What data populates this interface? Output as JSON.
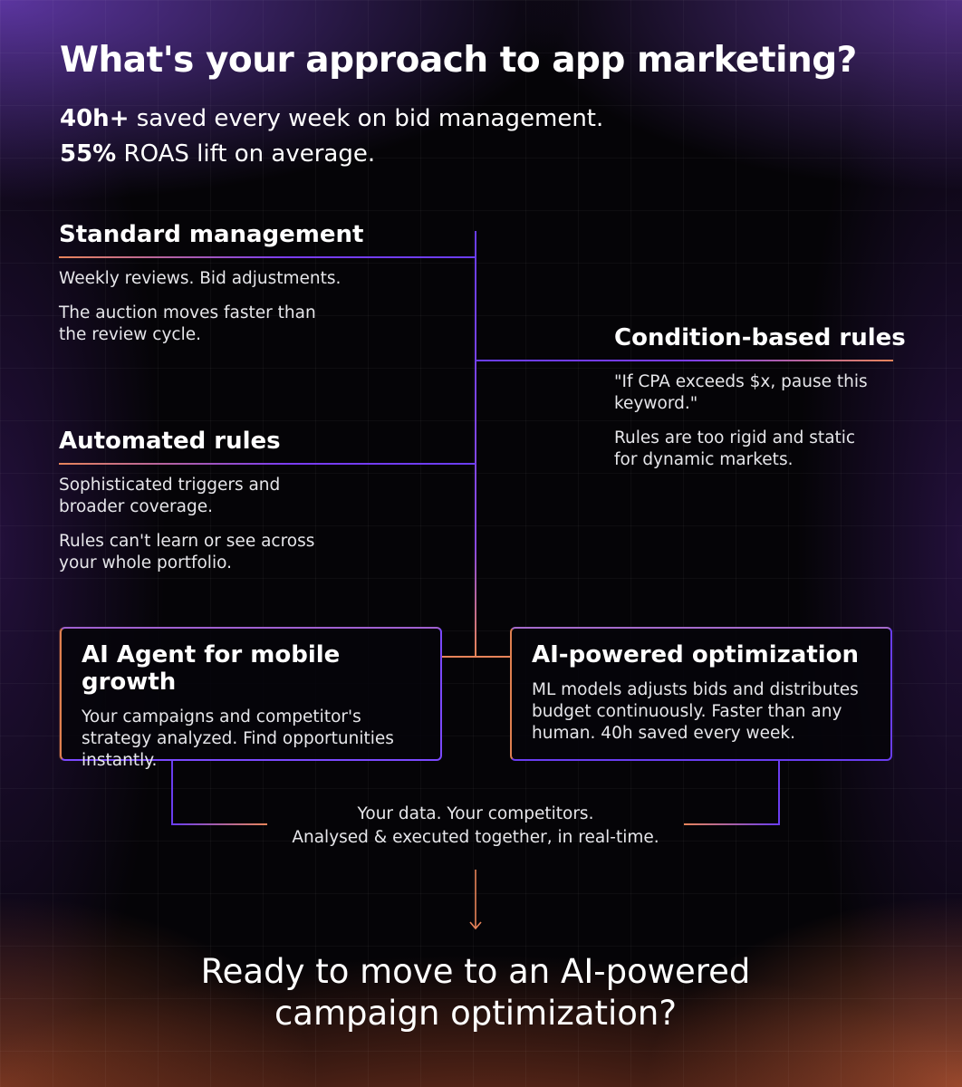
{
  "title": "What's your approach to app marketing?",
  "stats": [
    {
      "bold": "40h+",
      "rest": " saved every week on bid management."
    },
    {
      "bold": "55%",
      "rest": " ROAS lift on average."
    }
  ],
  "stages": [
    {
      "heading": "Standard management",
      "lines": [
        "Weekly reviews. Bid adjustments.",
        "The auction moves faster than",
        "the review cycle."
      ]
    },
    {
      "heading": "Condition-based rules",
      "lines": [
        "\"If CPA exceeds $x, pause this",
        "keyword.\"",
        "Rules are too rigid and static",
        "for dynamic markets."
      ]
    },
    {
      "heading": "Automated rules",
      "lines": [
        "Sophisticated triggers and",
        "broader coverage.",
        "Rules can't learn or see across",
        "your whole portfolio."
      ]
    }
  ],
  "boxes": [
    {
      "heading": "AI Agent for mobile growth",
      "lines": [
        "Your campaigns and competitor's",
        "strategy analyzed. Find opportunities",
        "instantly."
      ]
    },
    {
      "heading": "AI-powered optimization",
      "lines": [
        "ML models adjusts bids and distributes",
        "budget continuously. Faster than any",
        "human. 40h saved every week."
      ]
    }
  ],
  "summary": [
    "Your data. Your competitors.",
    "Analysed & executed together, in real-time."
  ],
  "cta": [
    "Ready to move to an AI-powered",
    "campaign optimization?"
  ],
  "colors": {
    "purple": "#6a3df0",
    "orange": "#e8845a",
    "background": "#050407"
  },
  "icons": [
    "arrow-down-icon"
  ]
}
